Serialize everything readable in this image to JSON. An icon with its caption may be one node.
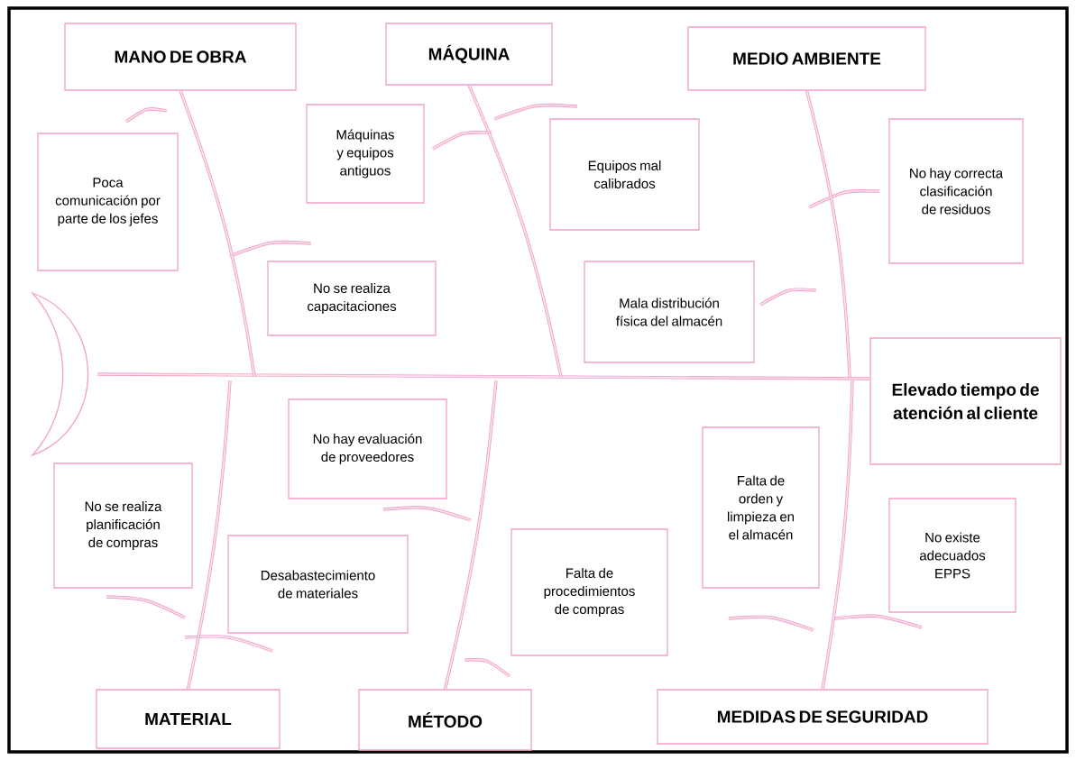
{
  "diagram": {
    "nodes": [
      {
        "text": [
          "MANO DE OBRA"
        ]
      },
      {
        "text": [
          "MÁQUINA"
        ]
      },
      {
        "text": [
          "MEDIO AMBIENTE"
        ]
      },
      {
        "text": [
          "Poca comunicación por parte de los jefes"
        ]
      },
      {
        "text": [
          "Máquinas y equipos antiguos"
        ]
      },
      {
        "text": [
          "Equipos mal calibrados"
        ]
      },
      {
        "text": [
          "No hay correcta clasificación de residuos"
        ]
      },
      {
        "text": [
          "No se realiza capacitaciones"
        ]
      },
      {
        "text": [
          "Mala distribución física del almacén"
        ]
      },
      {
        "text": [
          "Elevado tiempo de atención al cliente"
        ]
      },
      {
        "text": [
          "No hay evaluación de proveedores"
        ]
      },
      {
        "text": [
          "Falta de orden y limpieza en el almacén"
        ]
      },
      {
        "text": [
          "No se realiza planificación de compras"
        ]
      },
      {
        "text": [
          "No existe adecuados EPPS"
        ]
      },
      {
        "text": [
          "Desabastecimiento de materiales"
        ]
      },
      {
        "text": [
          "Falta de procedimientos de compras"
        ]
      },
      {
        "text": [
          "MATERIAL"
        ]
      },
      {
        "text": [
          "MÉTODO"
        ]
      },
      {
        "text": [
          "MEDIDAS DE SEGURIDAD"
        ]
      },
      {
        "text": [],
        "shape": "crescent"
      }
    ],
    "edges": [
      {
        "from": 19,
        "to": 9,
        "arrow": "none"
      },
      {
        "from": 0,
        "to": null,
        "arrow": "none"
      },
      {
        "from": 1,
        "to": null,
        "arrow": "none"
      },
      {
        "from": 2,
        "to": null,
        "arrow": "none"
      },
      {
        "from": 16,
        "to": null,
        "arrow": "none"
      },
      {
        "from": 17,
        "to": null,
        "arrow": "none"
      },
      {
        "from": 18,
        "to": null,
        "arrow": "none"
      }
    ]
  }
}
